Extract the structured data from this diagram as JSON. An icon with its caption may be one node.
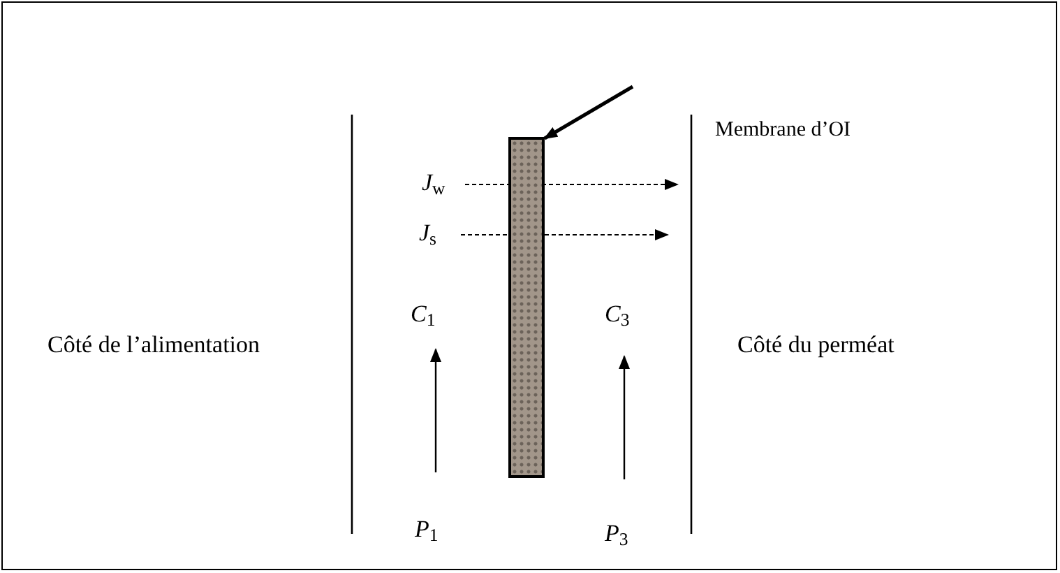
{
  "diagram": {
    "nodes": [
      {
        "text": [
          "Membrane d’OI"
        ]
      },
      {
        "text": [],
        "shape": "bar"
      }
    ],
    "edges": [
      {
        "from": 0,
        "to": 1,
        "arrow": "to"
      }
    ],
    "labels": [
      "*J*$_{w}$",
      "*J*$_{s}$",
      "Côté de l’alimentation",
      "*C*$_{1}$",
      "*C*$_{3}$",
      "Côté du perméat",
      "*P*$_{1}$",
      "*P*$_{3}$"
    ]
  }
}
